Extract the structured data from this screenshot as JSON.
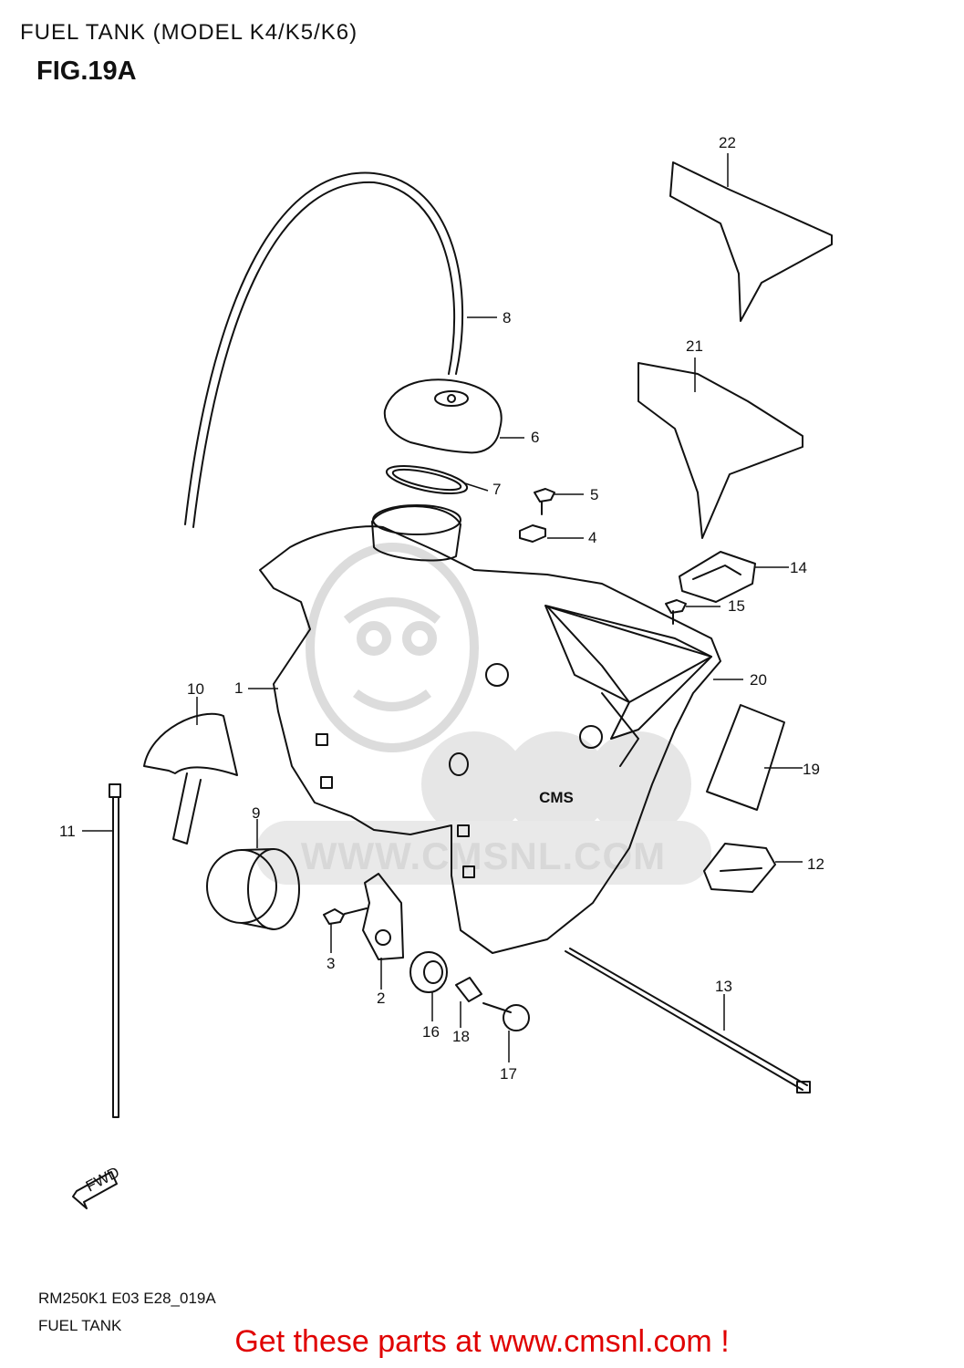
{
  "header": {
    "title": "FUEL TANK (MODEL K4/K5/K6)",
    "figure": "FIG.19A"
  },
  "watermark": {
    "text": "WWW.CMSNL.COM",
    "logo_text": "CMS"
  },
  "fwd_label": "FWD",
  "callouts": [
    "22",
    "8",
    "21",
    "6",
    "7",
    "5",
    "4",
    "14",
    "15",
    "20",
    "1",
    "10",
    "19",
    "11",
    "9",
    "12",
    "3",
    "2",
    "16",
    "18",
    "17",
    "13"
  ],
  "footer": {
    "code": "RM250K1 E03 E28_019A",
    "name": "FUEL TANK",
    "promo": "Get these parts at www.cmsnl.com !"
  },
  "colors": {
    "line": "#111111",
    "watermark": "#d8d8d8",
    "promo": "#e00000"
  }
}
